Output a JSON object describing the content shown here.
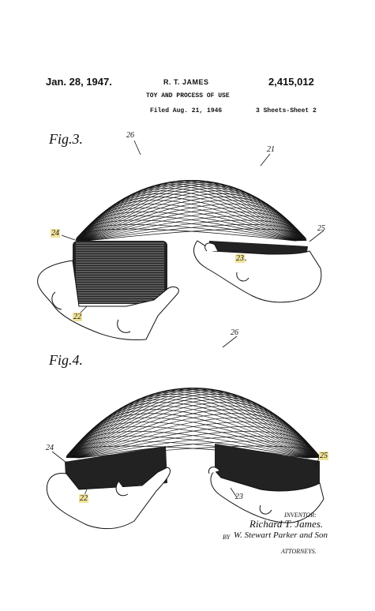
{
  "header": {
    "date": "Jan. 28, 1947.",
    "inventor_name": "R. T. JAMES",
    "patent_number": "2,415,012",
    "title": "TOY AND PROCESS OF USE",
    "filed": "Filed Aug. 21, 1946",
    "sheets": "3 Sheets-Sheet 2"
  },
  "figures": [
    {
      "label": "Fig.3.",
      "refs": [
        "26",
        "21",
        "24",
        "25",
        "23",
        "22"
      ]
    },
    {
      "label": "Fig.4.",
      "refs": [
        "26",
        "24",
        "25",
        "22",
        "23"
      ]
    }
  ],
  "signature": {
    "inventor_label": "INVENTOR:",
    "inventor_signature": "Richard T. James.",
    "by_label": "BY",
    "attorney_signature": "W. Stewart Parker and Son",
    "attorneys_label": "ATTORNEYS."
  }
}
